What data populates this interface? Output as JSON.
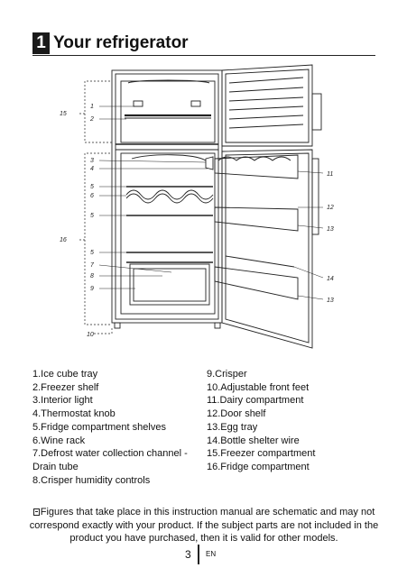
{
  "header": {
    "chapter_number": "1",
    "title": "Your refrigerator"
  },
  "diagram": {
    "callouts": [
      "1",
      "2",
      "3",
      "4",
      "5",
      "6",
      "5",
      "5",
      "7",
      "8",
      "9",
      "10",
      "11",
      "12",
      "13",
      "14",
      "13",
      "15",
      "16"
    ]
  },
  "legend": {
    "left": [
      "1.Ice cube tray",
      "2.Freezer shelf",
      "3.Interior light",
      "4.Thermostat knob",
      "5.Fridge compartment shelves",
      "6.Wine rack",
      "7.Defrost water collection channel - Drain tube",
      "8.Crisper humidity controls"
    ],
    "right": [
      "9.Crisper",
      "10.Adjustable front feet",
      "11.Dairy compartment",
      "12.Door shelf",
      "13.Egg tray",
      "14.Bottle shelter wire",
      "15.Freezer compartment",
      "16.Fridge compartment"
    ]
  },
  "note": {
    "icon": "note-icon",
    "text": "Figures that take place in this instruction manual are schematic and may not correspond exactly with your product. If the subject parts are not included in the product you have purchased, then it is valid for other models."
  },
  "footer": {
    "page_number": "3",
    "language": "EN"
  }
}
